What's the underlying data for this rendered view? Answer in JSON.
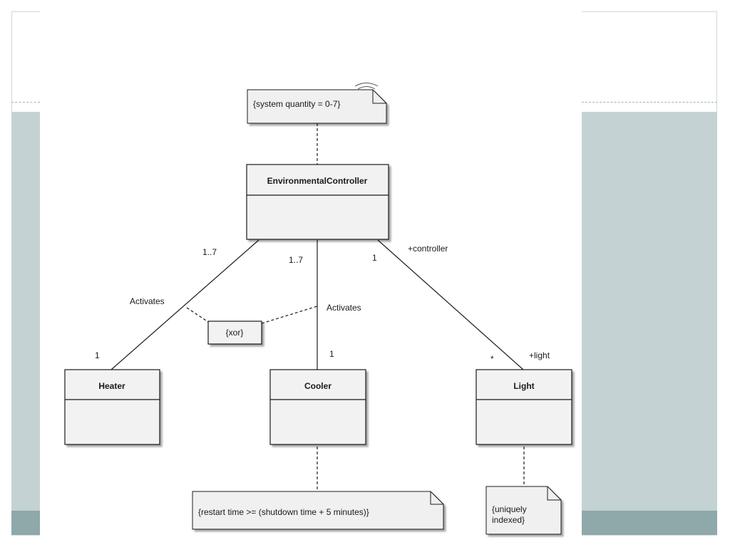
{
  "classes": {
    "controller": "EnvironmentalController",
    "heater": "Heater",
    "cooler": "Cooler",
    "light": "Light"
  },
  "notes": {
    "system_quantity": "{system quantity = 0-7}",
    "restart_time": "{restart time >= (shutdown time + 5 minutes)}",
    "uniquely_line1": "{uniquely",
    "uniquely_line2": "indexed}"
  },
  "constraint": {
    "xor": "{xor}"
  },
  "labels": {
    "mult_heater_end": "1..7",
    "mult_cooler_end": "1..7",
    "mult_light_end": "1",
    "role_controller": "+controller",
    "activates_left": "Activates",
    "activates_right": "Activates",
    "mult_heater": "1",
    "mult_cooler": "1",
    "mult_light": "*",
    "role_light": "+light"
  },
  "colors": {
    "side_panel": "#c4d2d4",
    "side_panel_dark": "#8fa8a9",
    "box_fill": "#f2f2f2",
    "note_fill": "#f0f0f0",
    "stroke": "#1a1a1a"
  }
}
